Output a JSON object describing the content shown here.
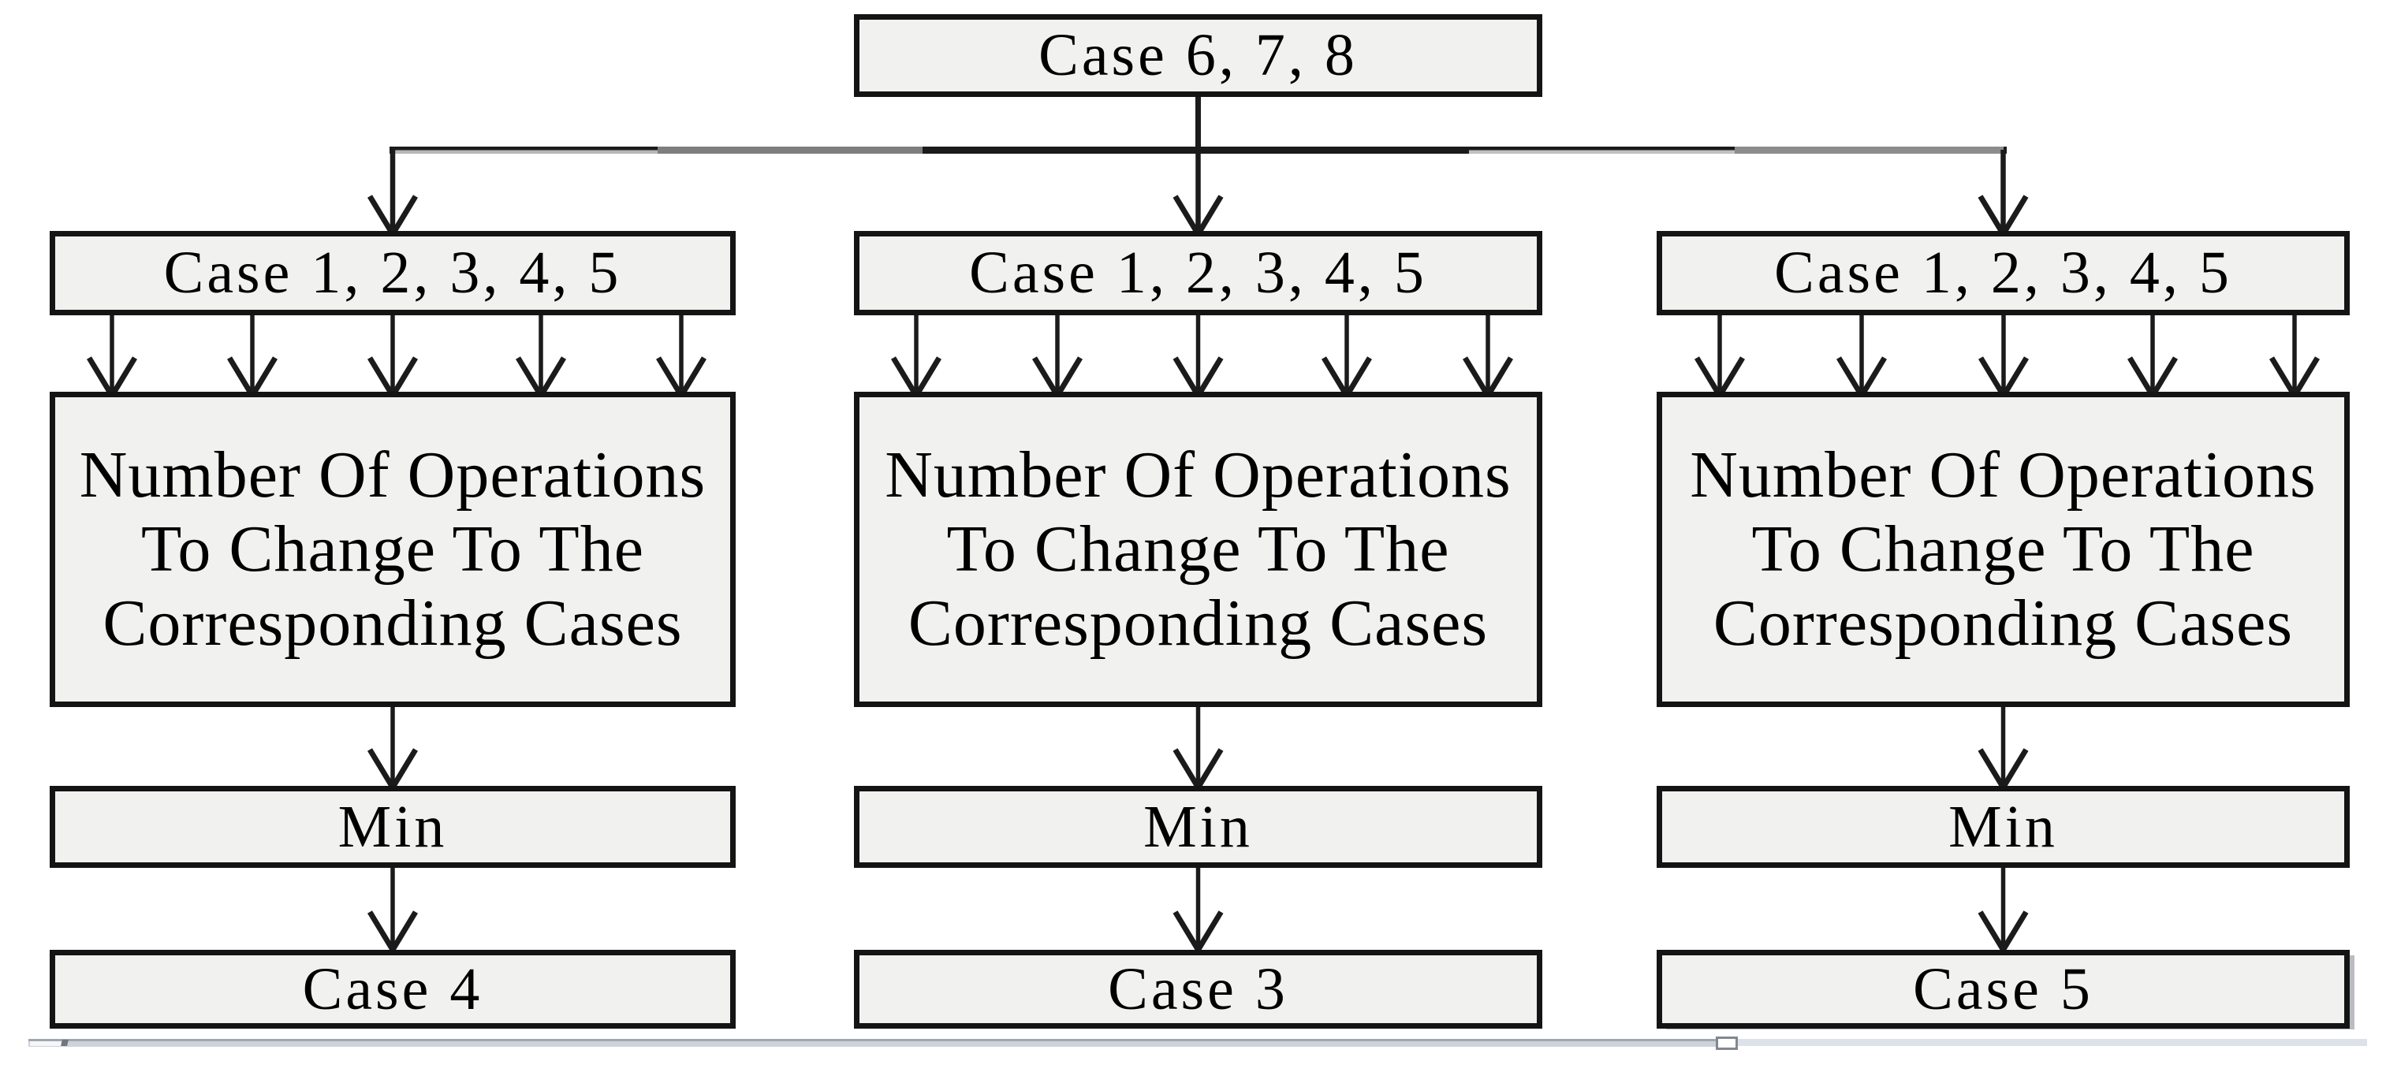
{
  "diagram": {
    "root": {
      "label": "Case 6, 7, 8"
    },
    "columns": [
      {
        "header": "Case 1, 2, 3, 4, 5",
        "body_lines": [
          "Number Of Operations",
          "To Change To The",
          "Corresponding Cases"
        ],
        "min_label": "Min",
        "result": "Case 4"
      },
      {
        "header": "Case 1, 2, 3, 4, 5",
        "body_lines": [
          "Number Of Operations",
          "To Change To The",
          "Corresponding Cases"
        ],
        "min_label": "Min",
        "result": "Case 3"
      },
      {
        "header": "Case 1, 2, 3, 4, 5",
        "body_lines": [
          "Number Of Operations",
          "To Change To The",
          "Corresponding Cases"
        ],
        "min_label": "Min",
        "result": "Case 5"
      }
    ],
    "colors": {
      "box_fill": "#f1f1ef",
      "box_border": "#141414",
      "connector": "#1b1b1b",
      "connector_artifact_gray": "#8c8c8c"
    }
  },
  "scrollbar": {
    "colors": {
      "track_left": "#ccd3da",
      "track_right": "#dde2e8",
      "top_edge": "#9fa7af",
      "thumb": "#f4f6f8",
      "nub": "#6f767d",
      "split_button_face": "#ffffff",
      "split_button_border": "#82888f"
    }
  }
}
